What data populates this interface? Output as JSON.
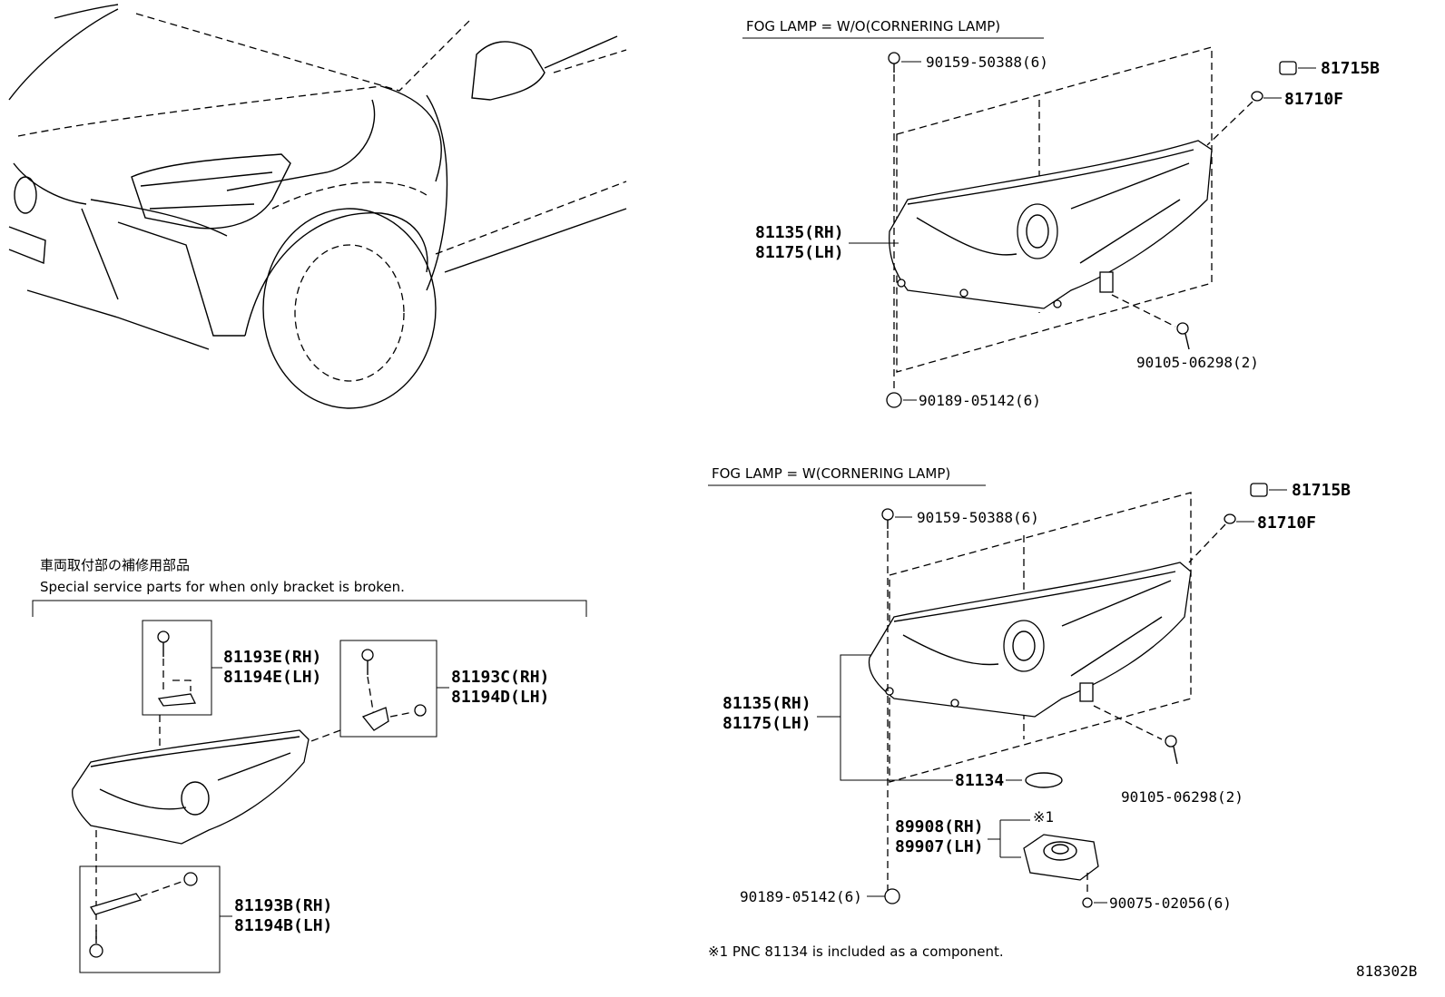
{
  "sections": {
    "top": {
      "caption": "FOG LAMP = W/O(CORNERING LAMP)"
    },
    "bottom": {
      "caption": "FOG LAMP = W(CORNERING LAMP)"
    },
    "service": {
      "caption_jp": "車両取付部の補修用部品",
      "caption_en": "Special service parts for when only bracket is broken."
    }
  },
  "labels": {
    "top_90159": "90159-50388(6)",
    "top_81715B": "81715B",
    "top_81710F": "81710F",
    "top_81135": "81135(RH)",
    "top_81175": "81175(LH)",
    "top_90105": "90105-06298(2)",
    "top_90189": "90189-05142(6)",
    "bot_90159": "90159-50388(6)",
    "bot_81715B": "81715B",
    "bot_81710F": "81710F",
    "bot_81135": "81135(RH)",
    "bot_81175": "81175(LH)",
    "bot_81134": "81134",
    "bot_90105": "90105-06298(2)",
    "bot_89908": "89908(RH)",
    "bot_89907": "89907(LH)",
    "bot_mark": "※1",
    "bot_90189": "90189-05142(6)",
    "bot_90075": "90075-02056(6)",
    "svc_81193E": "81193E(RH)",
    "svc_81194E": "81194E(LH)",
    "svc_81193C": "81193C(RH)",
    "svc_81194D": "81194D(LH)",
    "svc_81193B": "81193B(RH)",
    "svc_81194B": "81194B(LH)"
  },
  "footnote": "※1  PNC 81134 is included as a component.",
  "illustration_id": "818302B"
}
